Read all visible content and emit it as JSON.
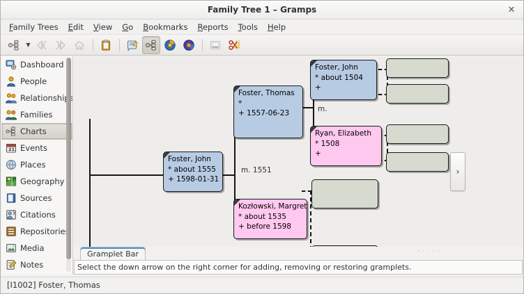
{
  "window": {
    "title": "Family Tree 1 – Gramps",
    "close_label": "✕"
  },
  "menubar": {
    "items": [
      {
        "name": "family-trees",
        "mnemonic": "F",
        "rest": "amily Trees"
      },
      {
        "name": "edit",
        "mnemonic": "E",
        "rest": "dit"
      },
      {
        "name": "view",
        "mnemonic": "V",
        "rest": "iew"
      },
      {
        "name": "go",
        "mnemonic": "G",
        "rest": "o"
      },
      {
        "name": "bookmarks",
        "mnemonic": "B",
        "rest": "ookmarks"
      },
      {
        "name": "reports",
        "mnemonic": "R",
        "rest": "eports"
      },
      {
        "name": "tools",
        "mnemonic": "T",
        "rest": "ools"
      },
      {
        "name": "help",
        "mnemonic": "H",
        "rest": "elp"
      }
    ]
  },
  "toolbar": {
    "buttons": [
      {
        "name": "person-chart-icon",
        "tip": "Configure the active view"
      },
      {
        "name": "chevron-down-icon",
        "tip": "dropdown"
      },
      {
        "name": "back-arrow-icon",
        "tip": "Back"
      },
      {
        "name": "forward-arrow-icon",
        "tip": "Forward"
      },
      {
        "name": "home-icon",
        "tip": "Home"
      },
      {
        "name": "clipboard-icon",
        "tip": "Clipboard"
      },
      {
        "name": "add-bookmark-icon",
        "tip": "Add bookmark"
      },
      {
        "name": "charts-view-icon",
        "tip": "Charts view"
      },
      {
        "name": "reports-icon",
        "tip": "Reports"
      },
      {
        "name": "tools-icon",
        "tip": "Tools"
      },
      {
        "name": "media-icon",
        "tip": "Media"
      },
      {
        "name": "merge-icon",
        "tip": "Merge"
      }
    ]
  },
  "sidebar": {
    "items": [
      {
        "label": "Dashboard",
        "icon": "dashboard-icon",
        "selected": false
      },
      {
        "label": "People",
        "icon": "people-icon",
        "selected": false
      },
      {
        "label": "Relationships",
        "icon": "relationships-icon",
        "selected": false
      },
      {
        "label": "Families",
        "icon": "families-icon",
        "selected": false
      },
      {
        "label": "Charts",
        "icon": "charts-icon",
        "selected": true
      },
      {
        "label": "Events",
        "icon": "events-icon",
        "selected": false
      },
      {
        "label": "Places",
        "icon": "places-icon",
        "selected": false
      },
      {
        "label": "Geography",
        "icon": "geography-icon",
        "selected": false
      },
      {
        "label": "Sources",
        "icon": "sources-icon",
        "selected": false
      },
      {
        "label": "Citations",
        "icon": "citations-icon",
        "selected": false
      },
      {
        "label": "Repositories",
        "icon": "repositories-icon",
        "selected": false
      },
      {
        "label": "Media",
        "icon": "media-icon",
        "selected": false
      },
      {
        "label": "Notes",
        "icon": "notes-icon",
        "selected": false
      }
    ]
  },
  "chart": {
    "type": "ancestor-fan-pedigree",
    "colors": {
      "male": "#b7cbe3",
      "female": "#ffc8ef",
      "empty": "#d7dacf",
      "line": "#151515"
    },
    "persons": [
      {
        "id": "root",
        "name": "Foster, John",
        "birth": "* about 1555",
        "death": "+ 1598-01-31",
        "gender": "male"
      },
      {
        "id": "father",
        "name": "Foster, Thomas",
        "birth": "*",
        "death": "+ 1557-06-23",
        "gender": "male"
      },
      {
        "id": "mother",
        "name": "Kozłowski, Margret",
        "birth": "* about 1535",
        "death": "+ before 1598",
        "gender": "female"
      },
      {
        "id": "grandfather",
        "name": "Foster, John",
        "birth": "* about 1504",
        "death": "+",
        "gender": "male"
      },
      {
        "id": "grandmother",
        "name": "Ryan, Elizabeth",
        "birth": "* 1508",
        "death": "+",
        "gender": "female"
      },
      {
        "id": "mgf",
        "name": "",
        "birth": "",
        "death": "",
        "gender": "empty"
      }
    ],
    "empty_boxes": 4,
    "marriages": [
      {
        "id": "m-root",
        "label": "m. 1551"
      },
      {
        "id": "m-gp",
        "label": "m."
      }
    ],
    "scroll_right_label": "›"
  },
  "gramplet_bar": {
    "tab_label": "Gramplet Bar",
    "message": "Select the down arrow on the right corner for adding, removing or restoring gramplets.",
    "dots": "· · · · ·"
  },
  "statusbar": {
    "text": "[I1002] Foster, Thomas"
  }
}
